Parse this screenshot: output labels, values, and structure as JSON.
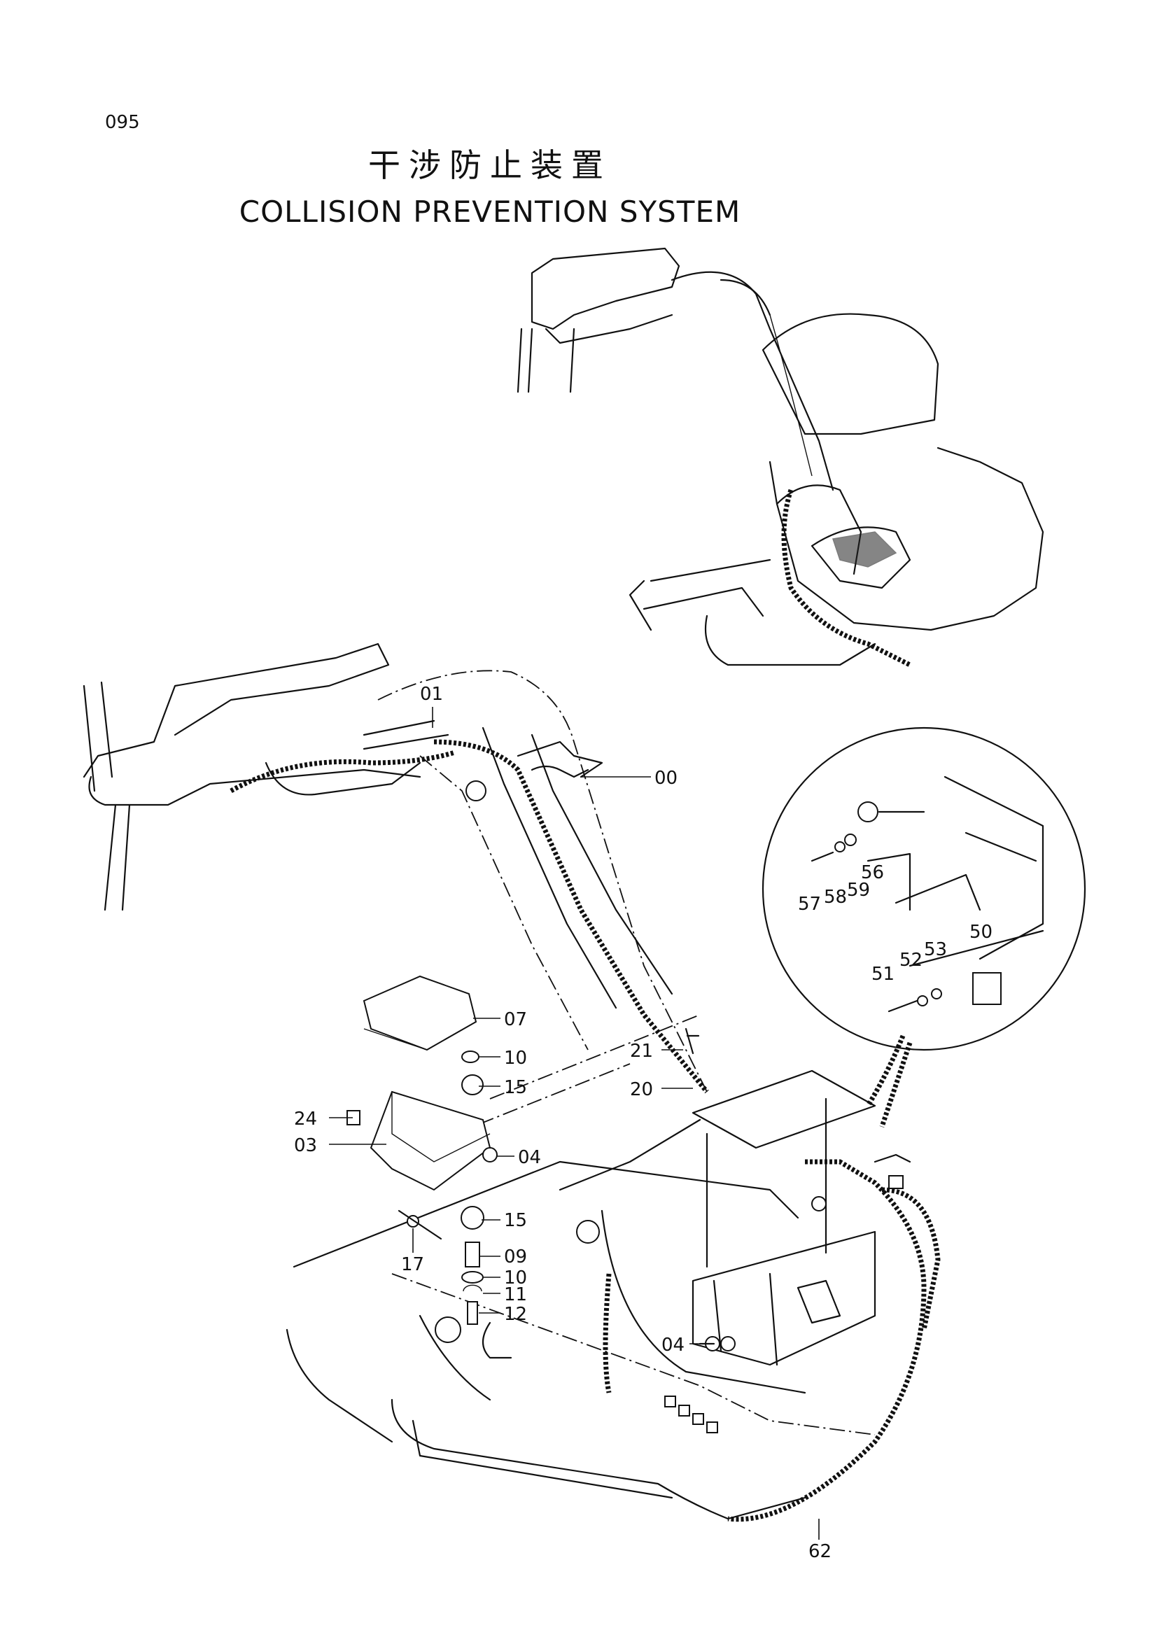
{
  "page": {
    "number": "095"
  },
  "title": {
    "chinese": "干涉防止装置",
    "english": "COLLISION PREVENTION SYSTEM"
  },
  "callouts": {
    "c00": "00",
    "c01": "01",
    "c03": "03",
    "c04a": "04",
    "c04b": "04",
    "c07": "07",
    "c09": "09",
    "c10a": "10",
    "c10b": "10",
    "c11": "11",
    "c12": "12",
    "c15a": "15",
    "c15b": "15",
    "c17": "17",
    "c20": "20",
    "c21": "21",
    "c24": "24",
    "c50": "50",
    "c51": "51",
    "c52": "52",
    "c53": "53",
    "c56": "56",
    "c57": "57",
    "c58": "58",
    "c59": "59",
    "c62": "62"
  }
}
